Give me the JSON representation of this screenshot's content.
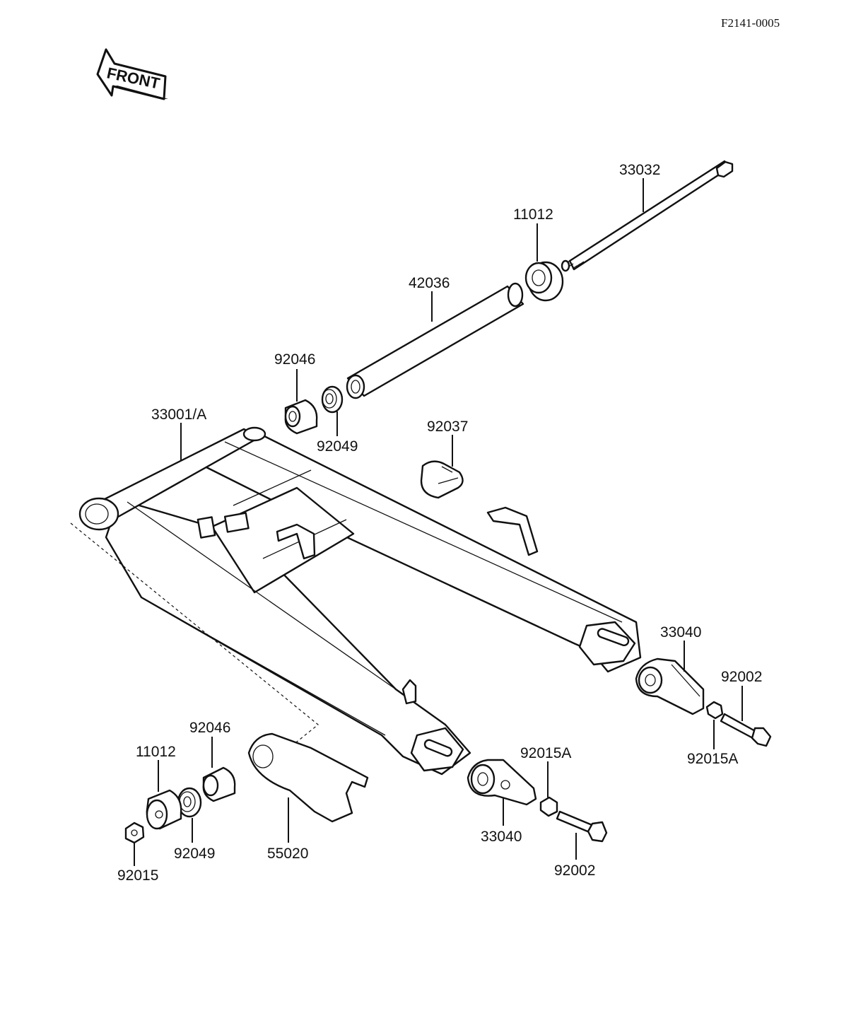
{
  "diagram_code": "F2141-0005",
  "front_label": "FRONT",
  "parts": {
    "bolt_33032": "33032",
    "seal_11012_top": "11012",
    "sleeve_42036": "42036",
    "bush_92046_top": "92046",
    "bearing_92049_top": "92049",
    "collar_92037": "92037",
    "swingarm_33001a": "33001/A",
    "adjuster_33040_right": "33040",
    "bolt_92002_right": "92002",
    "nut_92015a_right": "92015A",
    "bush_92046_bottom": "92046",
    "seal_11012_bottom": "11012",
    "bearing_92049_bottom": "92049",
    "nut_92015": "92015",
    "guard_55020": "55020",
    "adjuster_33040_left": "33040",
    "nut_92015a_left": "92015A",
    "bolt_92002_left": "92002"
  }
}
